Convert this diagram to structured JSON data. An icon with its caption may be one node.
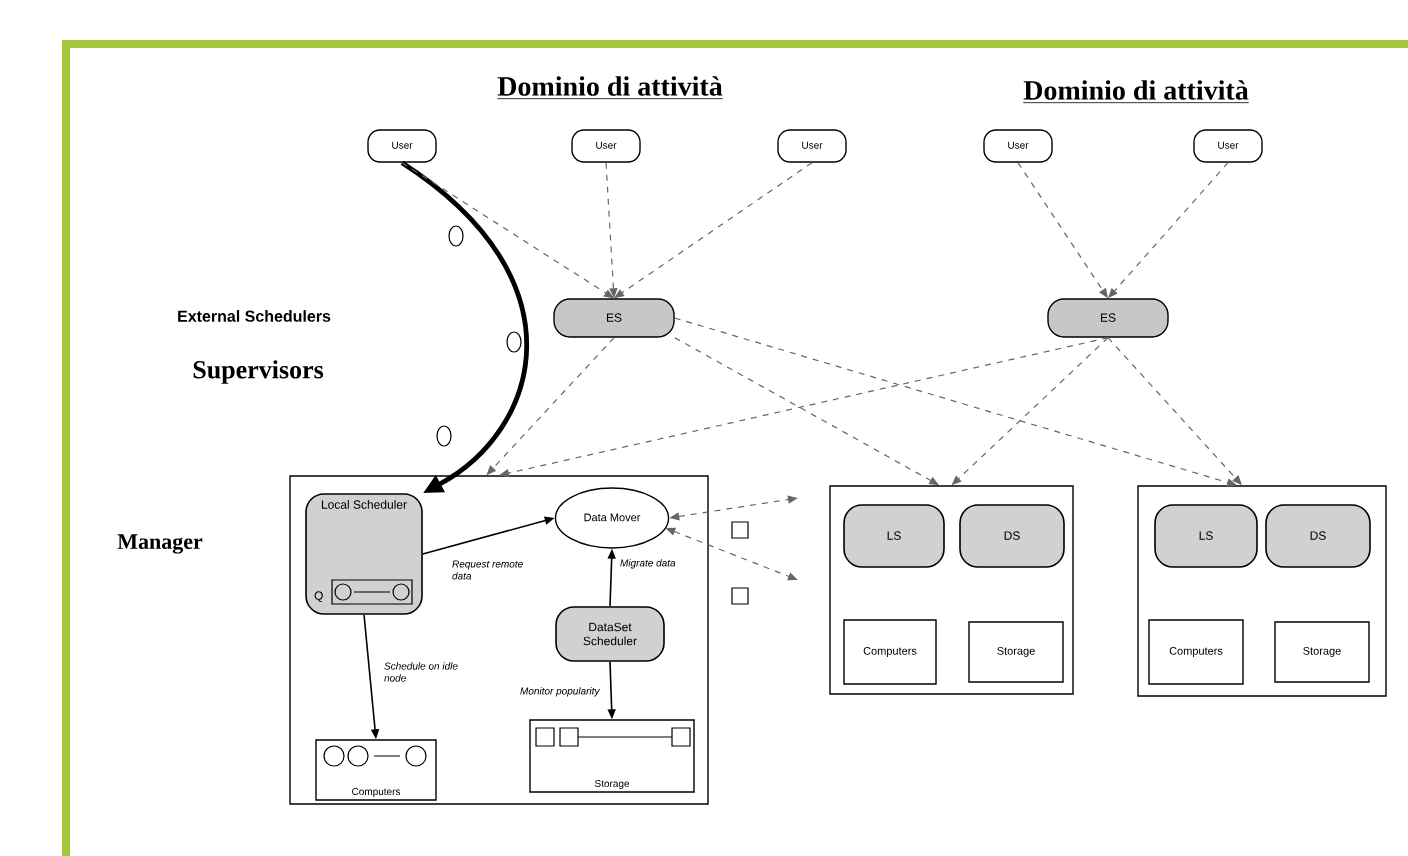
{
  "diagram": {
    "nodes": [
      {
        "text": [
          "User"
        ]
      },
      {
        "text": [
          "User"
        ]
      },
      {
        "text": [
          "User"
        ]
      },
      {
        "text": [
          "User"
        ]
      },
      {
        "text": [
          "User"
        ]
      },
      {
        "text": [
          "ES"
        ]
      },
      {
        "text": [
          "ES"
        ]
      },
      {
        "text": [],
        "shape": "box"
      },
      {
        "text": [
          "Local Scheduler",
          "Q"
        ],
        "in": 7
      },
      {
        "text": [
          "Data Mover"
        ],
        "in": 7
      },
      {
        "text": [
          "DataSet Scheduler"
        ],
        "in": 7
      },
      {
        "text": [
          "Computers"
        ],
        "in": 7
      },
      {
        "text": [
          "Storage"
        ],
        "in": 7
      },
      {
        "text": [],
        "shape": "box"
      },
      {
        "text": [
          "LS"
        ],
        "in": 13
      },
      {
        "text": [
          "DS"
        ],
        "in": 13
      },
      {
        "text": [
          "Computers"
        ],
        "in": 13
      },
      {
        "text": [
          "Storage"
        ],
        "in": 13
      },
      {
        "text": [],
        "shape": "box"
      },
      {
        "text": [
          "LS"
        ],
        "in": 18
      },
      {
        "text": [
          "DS"
        ],
        "in": 18
      },
      {
        "text": [
          "Computers"
        ],
        "in": 18
      },
      {
        "text": [
          "Storage"
        ],
        "in": 18
      }
    ],
    "edges": [
      {
        "from": 0,
        "to": 8,
        "arrow": "to",
        "style": "thick",
        "color": "#000000"
      },
      {
        "from": 0,
        "to": 5,
        "arrow": "to",
        "style": "dashed"
      },
      {
        "from": 1,
        "to": 5,
        "arrow": "to",
        "style": "dashed"
      },
      {
        "from": 2,
        "to": 5,
        "arrow": "to",
        "style": "dashed"
      },
      {
        "from": 3,
        "to": 6,
        "arrow": "to",
        "style": "dashed"
      },
      {
        "from": 4,
        "to": 6,
        "arrow": "to",
        "style": "dashed"
      },
      {
        "from": 5,
        "to": 7,
        "arrow": "to",
        "style": "dashed"
      },
      {
        "from": 5,
        "to": 13,
        "arrow": "to",
        "style": "dashed"
      },
      {
        "from": 5,
        "to": 18,
        "arrow": "to",
        "style": "dashed"
      },
      {
        "from": 6,
        "to": 7,
        "arrow": "to",
        "style": "dashed"
      },
      {
        "from": 6,
        "to": 13,
        "arrow": "to",
        "style": "dashed"
      },
      {
        "from": 6,
        "to": 18,
        "arrow": "to",
        "style": "dashed"
      },
      {
        "from": 8,
        "to": 9,
        "arrow": "to",
        "label": "Request remote data",
        "color": "#000000"
      },
      {
        "from": 10,
        "to": 9,
        "arrow": "to",
        "label": "Migrate data",
        "color": "#000000"
      },
      {
        "from": 8,
        "to": 11,
        "arrow": "to",
        "label": "Schedule on idle node",
        "color": "#000000"
      },
      {
        "from": 10,
        "to": 12,
        "arrow": "to",
        "label": "Monitor popularity",
        "color": "#000000"
      },
      {
        "from": 9,
        "to": null,
        "arrow": "both",
        "style": "dashed"
      },
      {
        "from": 9,
        "to": null,
        "arrow": "both",
        "style": "dashed"
      }
    ],
    "labels": [
      "Dominio di attività",
      "Dominio di attività",
      "External Schedulers",
      "Supervisors",
      "Manager"
    ]
  }
}
